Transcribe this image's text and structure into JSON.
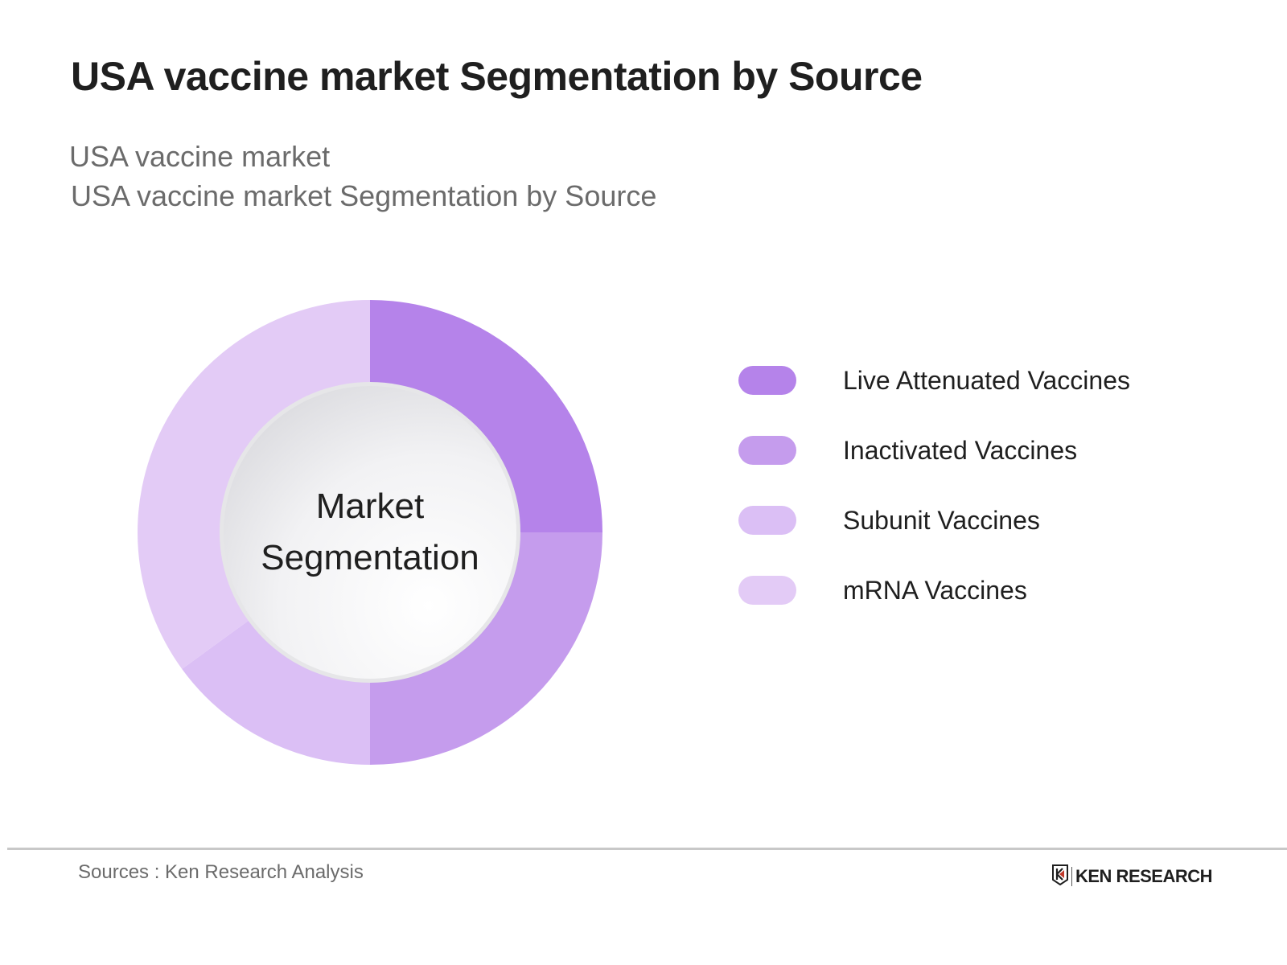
{
  "header": {
    "title": "USA vaccine market Segmentation by Source",
    "subtitle_line1": "USA vaccine market",
    "subtitle_line2": "USA vaccine market Segmentation by Source"
  },
  "donut": {
    "center_label_line1": "Market",
    "center_label_line2": "Segmentation"
  },
  "legend": {
    "items": [
      {
        "label": "Live Attenuated Vaccines",
        "color": "#b583ea"
      },
      {
        "label": "Inactivated Vaccines",
        "color": "#c59ced"
      },
      {
        "label": "Subunit Vaccines",
        "color": "#dbbff5"
      },
      {
        "label": "mRNA Vaccines",
        "color": "#e3cbf6"
      }
    ]
  },
  "footer": {
    "source": "Sources : Ken Research Analysis",
    "brand": "KEN RESEARCH",
    "brand_icon": "ken-research-shield-logo"
  },
  "chart_data": {
    "type": "pie",
    "subtype": "donut",
    "title": "USA vaccine market Segmentation by Source",
    "subtitle": "USA vaccine market",
    "center_text": "Market Segmentation",
    "categories": [
      "Live Attenuated Vaccines",
      "Inactivated Vaccines",
      "Subunit Vaccines",
      "mRNA Vaccines"
    ],
    "values": [
      25,
      25,
      15,
      35
    ],
    "unit": "% share (estimated from arc angles)",
    "colors": [
      "#b583ea",
      "#c59ced",
      "#dbbff5",
      "#e3cbf6"
    ],
    "start_angle": "12 o'clock, clockwise",
    "legend_position": "right",
    "source": "Sources : Ken Research Analysis"
  }
}
